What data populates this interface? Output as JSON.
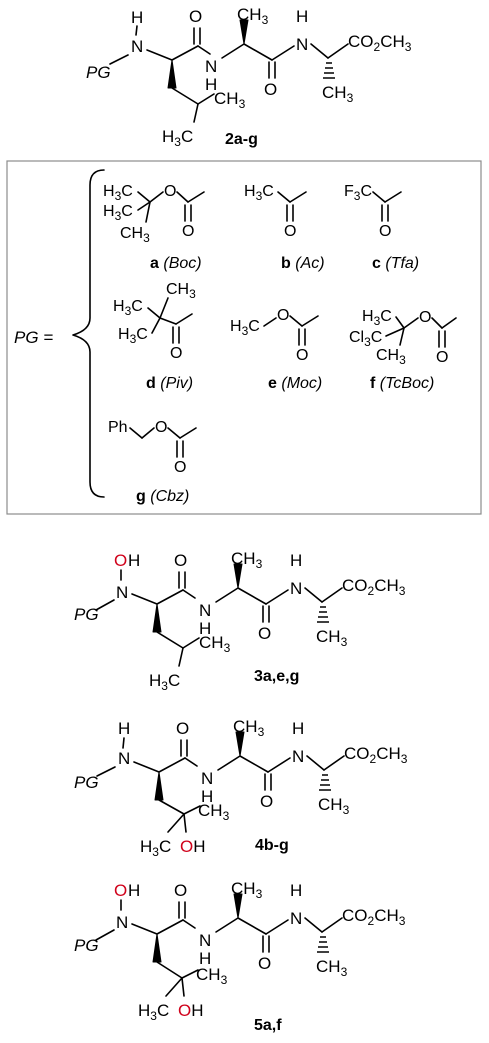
{
  "atoms": {
    "h": "H",
    "n": "N",
    "o": "O",
    "oh": "OH",
    "pg": "PG",
    "ch3_base": "CH",
    "h3c_h": "H",
    "h3c_c": "C",
    "co2ch3_co": "CO",
    "co2ch3_ch": "CH",
    "sub3": "3",
    "sub2": "2",
    "ph": "Ph",
    "f3c_f": "F",
    "cl3c_cl": "Cl"
  },
  "compounds": {
    "c2": "2a-g",
    "c3": "3a,e,g",
    "c4": "4b-g",
    "c5": "5a,f"
  },
  "pg_label": "PG =",
  "groups": [
    {
      "letter": "a",
      "name": "(Boc)"
    },
    {
      "letter": "b",
      "name": "(Ac)"
    },
    {
      "letter": "c",
      "name": "(Tfa)"
    },
    {
      "letter": "d",
      "name": "(Piv)"
    },
    {
      "letter": "e",
      "name": "(Moc)"
    },
    {
      "letter": "f",
      "name": "(TcBoc)"
    },
    {
      "letter": "g",
      "name": "(Cbz)"
    }
  ],
  "colors": {
    "highlight": "#d0021b",
    "box_border": "#8c8c8c"
  }
}
